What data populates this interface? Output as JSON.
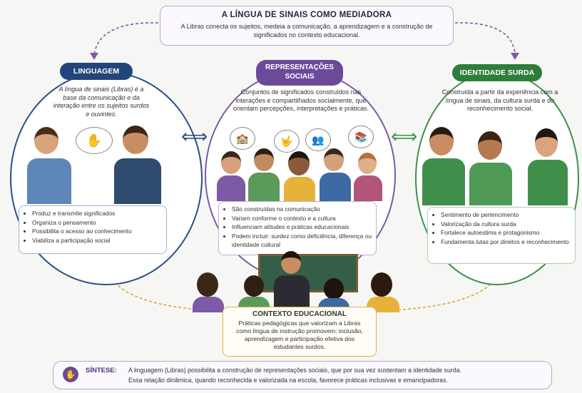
{
  "top": {
    "title": "A LÍNGUA DE SINAIS COMO MEDIADORA",
    "text": "A Libras conecta os sujeitos, medeia a comunicação, a aprendizagem e a construção de significados no contexto educacional."
  },
  "left": {
    "title": "LINGUAGEM",
    "text": "A língua de sinais (Libras) é a base da comunicação e da interação entre os sujeitos surdos e ouvintes.",
    "items": [
      "Produz e transmite significados",
      "Organiza o pensamento",
      "Possibilita o acesso ao conhecimento",
      "Viabiliza a participação social"
    ]
  },
  "middle": {
    "title": "REPRESENTAÇÕES SOCIAIS",
    "text": "Conjuntos de significados construídos nas interações e compartilhados socialmente, que orientam percepções, interpretações e práticas.",
    "items": [
      "São construídas na comunicação",
      "Variam conforme o contexto e a cultura",
      "Influenciam atitudes e práticas educacionais",
      "Podem incluir: surdez como deficiência, diferença ou identidade cultural"
    ]
  },
  "right": {
    "title": "IDENTIDADE SURDA",
    "text": "Construída a partir da experiência com a língua de sinais, da cultura surda e do reconhecimento social.",
    "items": [
      "Sentimento de pertencimento",
      "Valorização da cultura surda",
      "Fortalece autoestima e protagonismo",
      "Fundamenta lutas por direitos e reconhecimento"
    ]
  },
  "context": {
    "title": "CONTEXTO EDUCACIONAL",
    "text": "Práticas pedagógicas que valorizam a Libras como língua de instrução promovem: inclusão, aprendizagem e participação efetiva dos estudantes surdos."
  },
  "synthesis": {
    "label": "SÍNTESE:",
    "line1": "A linguagem (Libras) possibilita a construção de representações sociais, que por sua vez sustentam a identidade surda.",
    "line2": "Essa relação dinâmica, quando reconhecida e valorizada na escola, favorece práticas inclusivas e emancipadoras."
  },
  "colors": {
    "linguagem": "#23457b",
    "representacoes": "#6b4b99",
    "identidade": "#2f7d3b",
    "contexto": "#e2b24a"
  },
  "icons": [
    "hands-signing-icon",
    "school-icon",
    "sign-language-icon",
    "people-group-icon",
    "books-icon",
    "person-signing-icon",
    "arrow-double-icon"
  ]
}
